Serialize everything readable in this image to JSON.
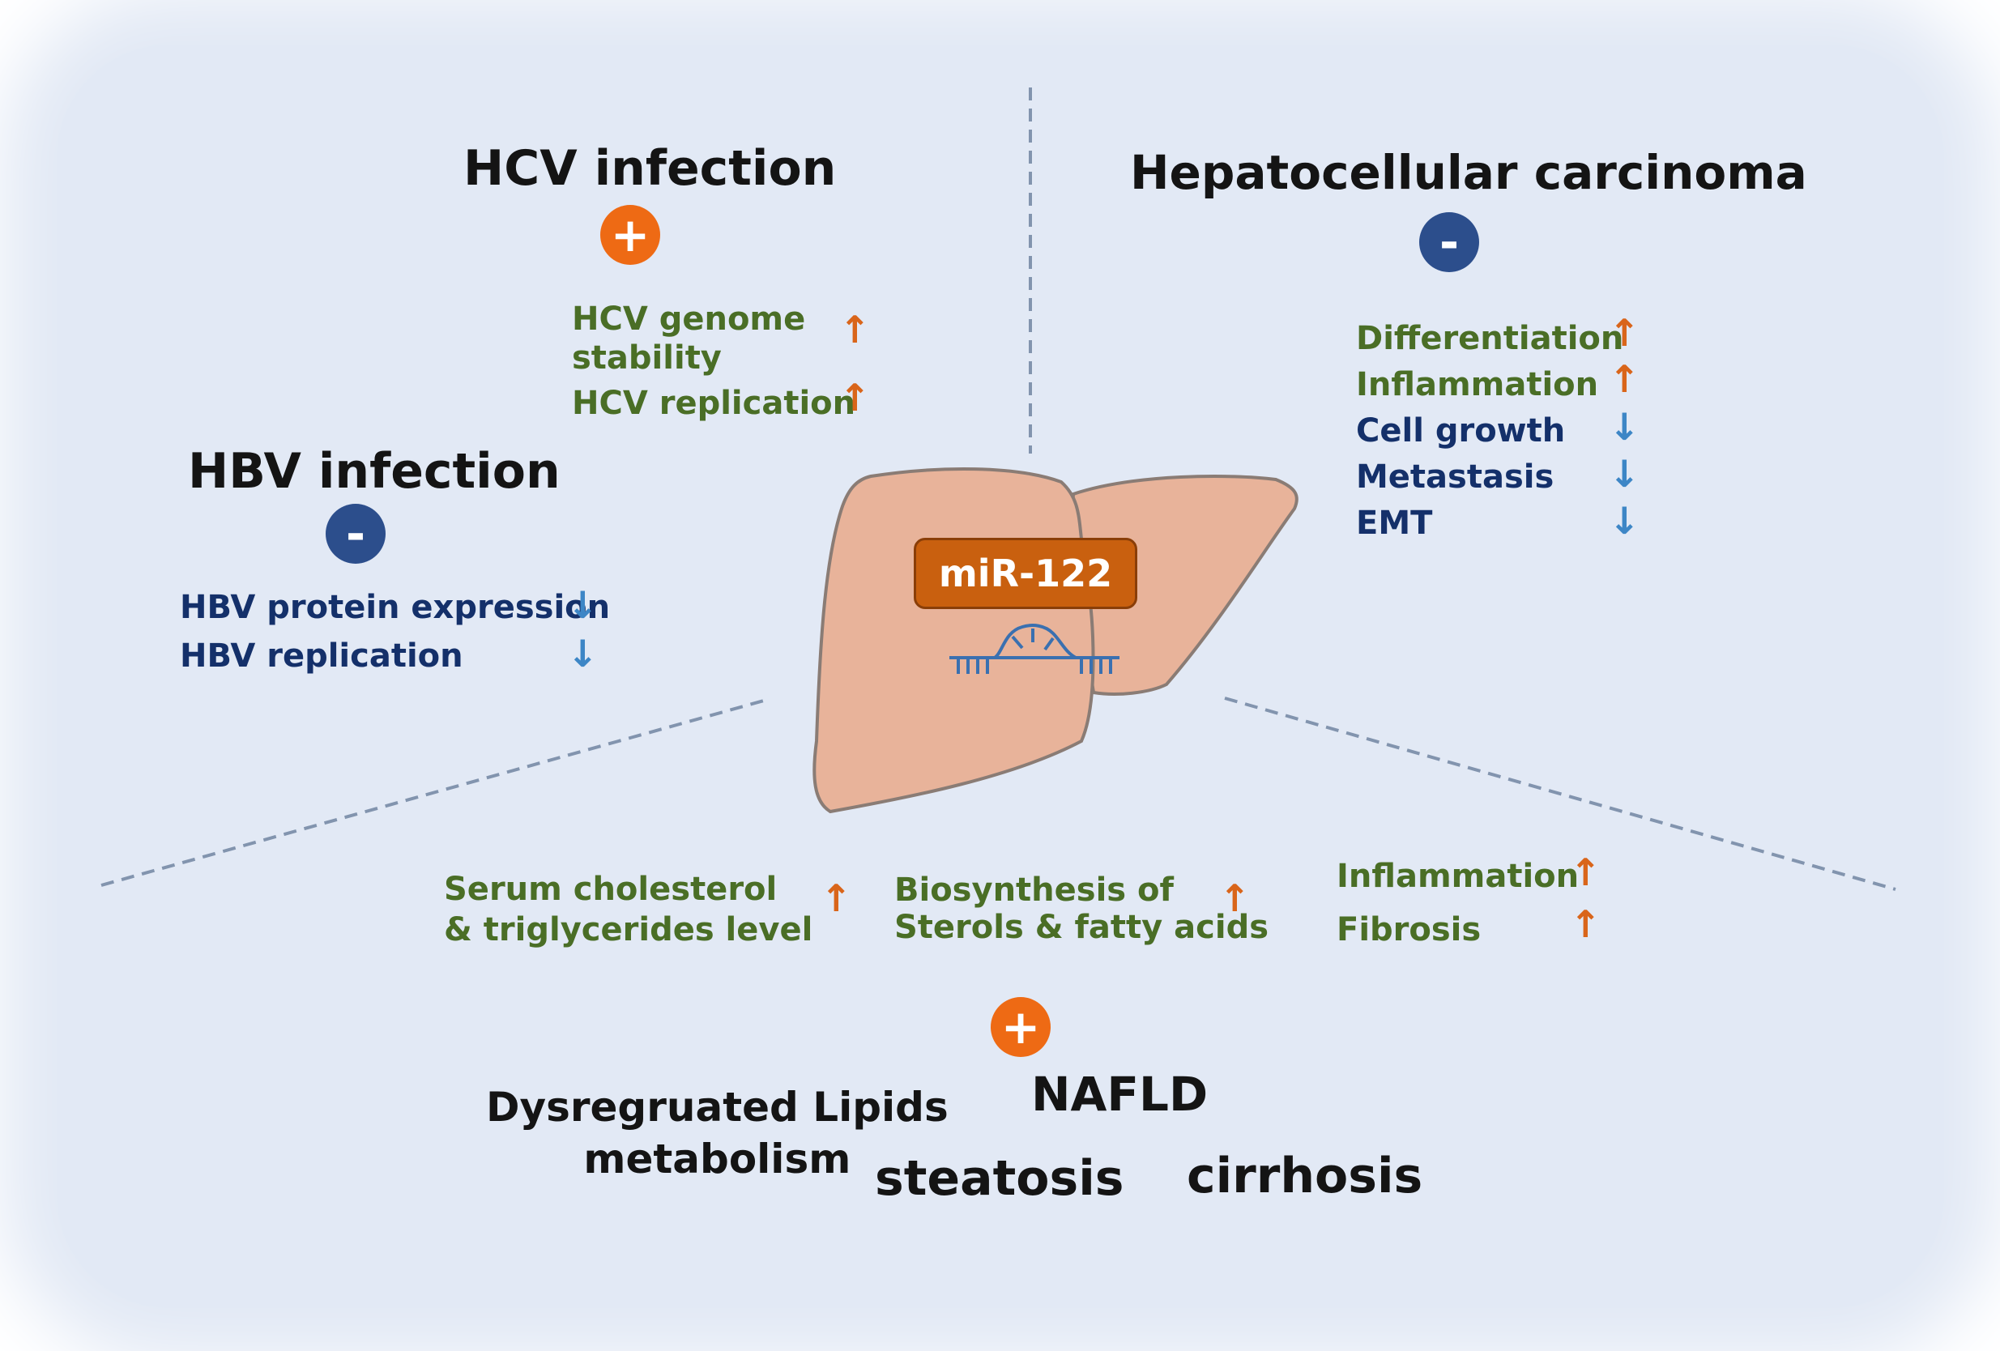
{
  "center": {
    "label": "miR-122"
  },
  "hcv": {
    "title": "HCV infection",
    "sign": "+",
    "effects": [
      {
        "line1": "HCV genome",
        "line2": "stability",
        "direction": "up"
      },
      {
        "line1": "HCV replication",
        "direction": "up"
      }
    ]
  },
  "hbv": {
    "title": "HBV infection",
    "sign": "-",
    "effects": [
      {
        "label": "HBV protein expression",
        "direction": "down"
      },
      {
        "label": "HBV replication",
        "direction": "down"
      }
    ]
  },
  "hcc": {
    "title": "Hepatocellular carcinoma",
    "sign": "-",
    "effects": [
      {
        "label": "Differentiation",
        "direction": "up"
      },
      {
        "label": "Inflammation",
        "direction": "up"
      },
      {
        "label": "Cell growth",
        "direction": "down"
      },
      {
        "label": "Metastasis",
        "direction": "down"
      },
      {
        "label": "EMT",
        "direction": "down"
      }
    ]
  },
  "metabolism": {
    "sign": "+",
    "effects": [
      {
        "line1": "Serum cholesterol",
        "line2": "& triglycerides level",
        "direction": "up"
      },
      {
        "line1": "Biosynthesis of",
        "line2": "Sterols & fatty acids",
        "direction": "up"
      },
      {
        "label": "Inflammation",
        "direction": "up"
      },
      {
        "label": "Fibrosis",
        "direction": "up"
      }
    ],
    "conditions": {
      "lipids_line1": "Dysregruated Lipids",
      "lipids_line2": "metabolism",
      "nafld": "NAFLD",
      "steatosis": "steatosis",
      "cirrhosis": "cirrhosis"
    }
  },
  "arrows": {
    "up": "↑",
    "down": "↓"
  },
  "colors": {
    "background": "#e2e9f5",
    "liver": "#e8b39a",
    "liver_outline": "#8a7c75",
    "label_box": "#c9600f",
    "plus_badge": "#ee6a14",
    "minus_badge": "#2c4e8c",
    "green_text": "#4a6e26",
    "navy_text": "#14306a",
    "up_arrow": "#d9651a",
    "down_arrow": "#3d86c6"
  }
}
